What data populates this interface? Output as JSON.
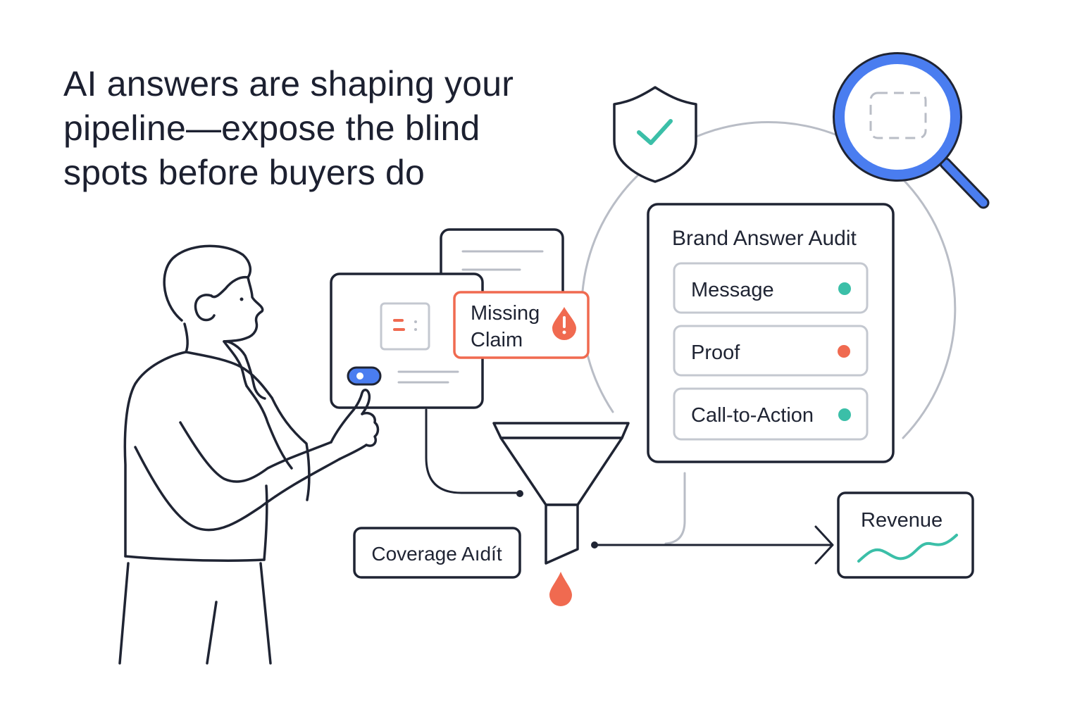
{
  "headline": {
    "lines": [
      "AI answers are shaping your",
      "pipeline—expose the blind",
      "spots before buyers do"
    ]
  },
  "alert": {
    "line1": "Missing",
    "line2": "Claim",
    "icon": "warning-drop-icon",
    "color": "#f06a50"
  },
  "audit_panel": {
    "title": "Brand Answer Audit",
    "items": [
      {
        "label": "Message",
        "status_color": "#3bbfa8"
      },
      {
        "label": "Proof",
        "status_color": "#f06a50"
      },
      {
        "label": "Call-to-Action",
        "status_color": "#3bbfa8"
      }
    ]
  },
  "coverage": {
    "label": "Coverage Aıdít"
  },
  "revenue": {
    "label": "Revenue",
    "trend_color": "#3bbfa8"
  },
  "icons": {
    "shield": "shield-check-icon",
    "magnifier": "magnifier-icon",
    "funnel": "funnel-icon",
    "leak": "drop-icon"
  },
  "colors": {
    "ink": "#1f2433",
    "accent_blue": "#4a7df0",
    "accent_green": "#3bbfa8",
    "accent_red": "#f06a50",
    "muted": "#b9bdc6"
  }
}
